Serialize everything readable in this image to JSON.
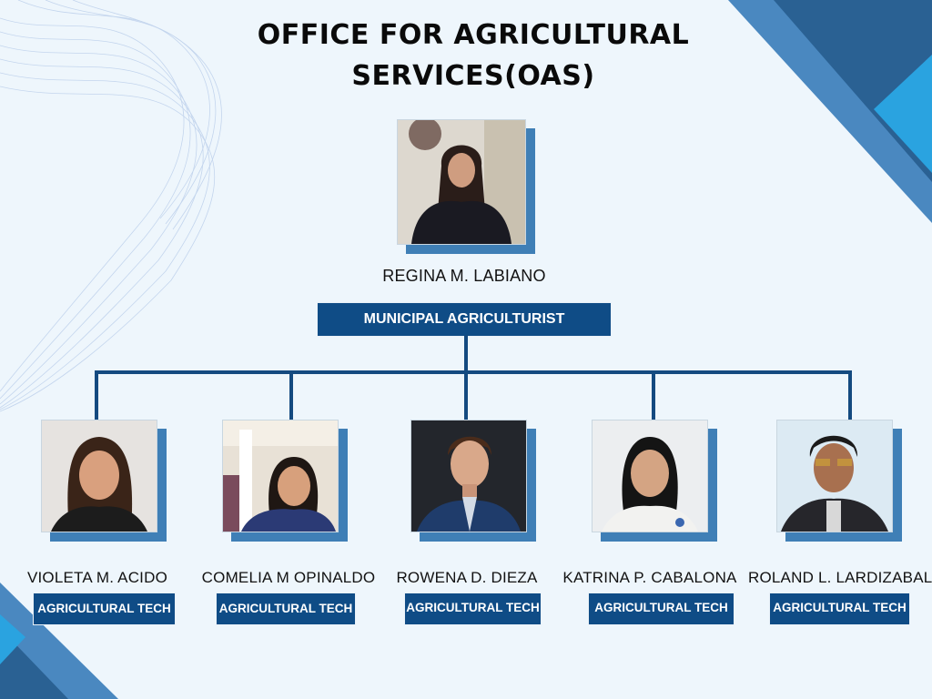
{
  "title": "OFFICE FOR AGRICULTURAL SERVICES(OAS)",
  "title_lines": [
    "OFFICE FOR AGRICULTURAL",
    "SERVICES(OAS)"
  ],
  "colors": {
    "background": "#eef6fc",
    "role_box": "#0f4c86",
    "connector": "#144a80",
    "photo_shadow": "#3f7fb6",
    "accent_light": "#2aa3e0",
    "accent_dark": "#2a6193"
  },
  "head": {
    "name": "REGINA M. LABIANO",
    "role": "MUNICIPAL AGRICULTURIST",
    "photo_icon": "person-photo"
  },
  "staff": [
    {
      "name": "VIOLETA M. ACIDO",
      "role": "AGRICULTURAL TECH",
      "photo_icon": "person-photo"
    },
    {
      "name": "COMELIA M OPINALDO",
      "role": "AGRICULTURAL TECH",
      "photo_icon": "person-photo"
    },
    {
      "name": "ROWENA D. DIEZA",
      "role": "AGRICULTURAL TECH",
      "photo_icon": "person-photo"
    },
    {
      "name": "KATRINA P. CABALONA",
      "role": "AGRICULTURAL TECH",
      "photo_icon": "person-photo"
    },
    {
      "name": "ROLAND L. LARDIZABAL",
      "role": "AGRICULTURAL TECH",
      "photo_icon": "person-photo"
    }
  ]
}
